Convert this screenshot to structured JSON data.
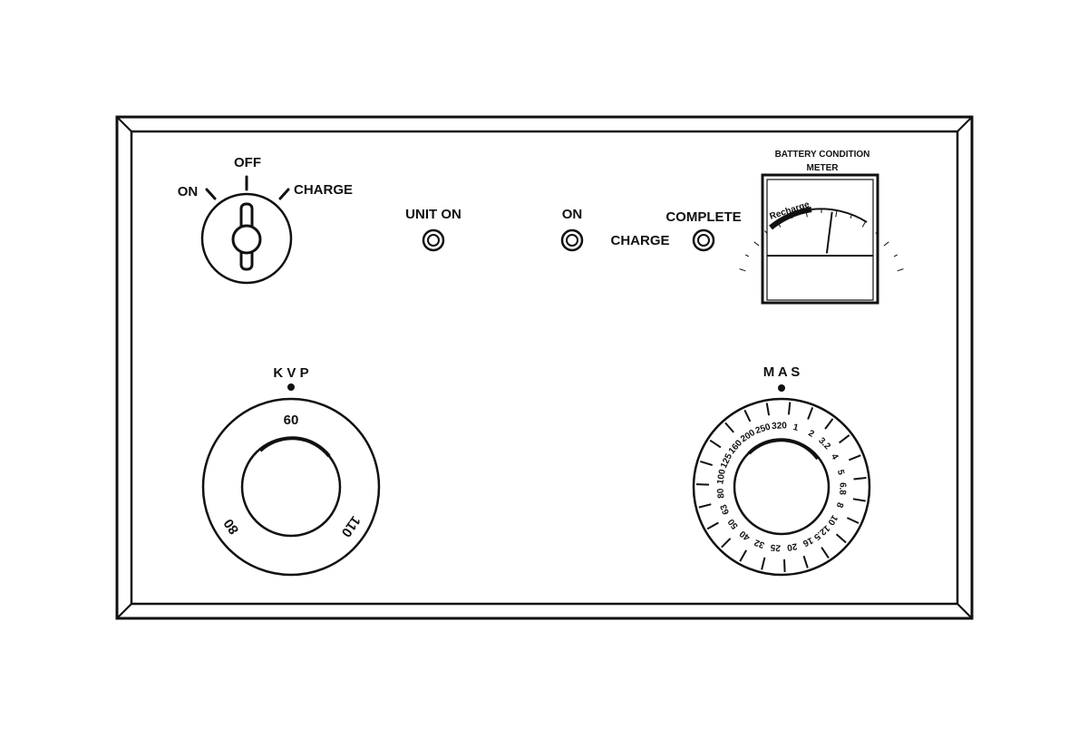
{
  "key_switch": {
    "positions": {
      "on": "ON",
      "off": "OFF",
      "charge": "CHARGE"
    }
  },
  "indicators": {
    "unit_on": "UNIT ON",
    "charge_on": "ON",
    "charge": "CHARGE",
    "charge_complete": "COMPLETE"
  },
  "battery_meter": {
    "title_line1": "BATTERY CONDITION",
    "title_line2": "METER",
    "scale_label": "Recharge",
    "needle_level": 0.55
  },
  "kvp_dial": {
    "label": "K V P",
    "markings": [
      "60",
      "110",
      "80"
    ]
  },
  "mas_dial": {
    "label": "M A S",
    "markings": [
      "320",
      "1",
      "2",
      "3.2",
      "4",
      "5",
      "6.8",
      "8",
      "10",
      "12.5",
      "16",
      "20",
      "25",
      "32",
      "40",
      "50",
      "63",
      "80",
      "100",
      "125",
      "160",
      "200",
      "250"
    ]
  },
  "colors": {
    "ink": "#111111",
    "paper": "#ffffff"
  }
}
